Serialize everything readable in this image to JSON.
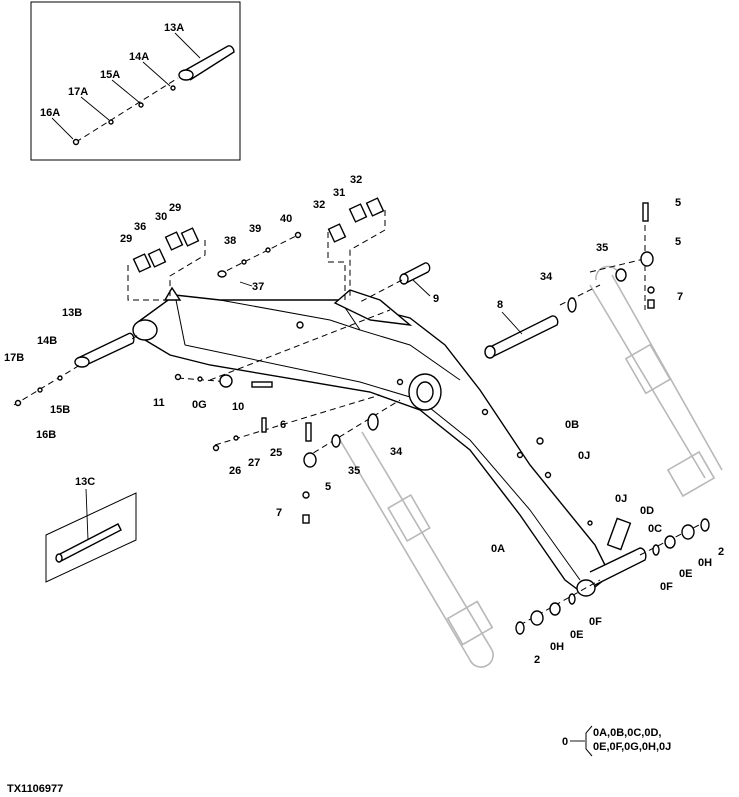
{
  "diagram_id": "TX1106977",
  "legend": {
    "key": "0",
    "line1": "0A,0B,0C,0D,",
    "line2": "0E,0F,0G,0H,0J"
  },
  "callouts": {
    "c13A": "13A",
    "c14A": "14A",
    "c15A": "15A",
    "c16A": "16A",
    "c17A": "17A",
    "c13B": "13B",
    "c14B": "14B",
    "c15B": "15B",
    "c16B": "16B",
    "c17B": "17B",
    "c13C": "13C",
    "c29a": "29",
    "c29b": "29",
    "c30": "30",
    "c36": "36",
    "c31": "31",
    "c32a": "32",
    "c32b": "32",
    "c37": "37",
    "c38": "38",
    "c39": "39",
    "c40": "40",
    "c9": "9",
    "c5a": "5",
    "c5b": "5",
    "c5c": "5",
    "c35a": "35",
    "c35b": "35",
    "c34a": "34",
    "c34b": "34",
    "c7a": "7",
    "c7b": "7",
    "c6": "6",
    "c8": "8",
    "c11": "11",
    "c0G": "0G",
    "c10": "10",
    "c26": "26",
    "c27": "27",
    "c25": "25",
    "c0A": "0A",
    "c0B": "0B",
    "c0J1": "0J",
    "c0J2": "0J",
    "c0D": "0D",
    "c0C": "0C",
    "c0F1": "0F",
    "c0E1": "0E",
    "c0H1": "0H",
    "c2a": "2",
    "c0F2": "0F",
    "c0E2": "0E",
    "c0H2": "0H",
    "c2b": "2"
  }
}
